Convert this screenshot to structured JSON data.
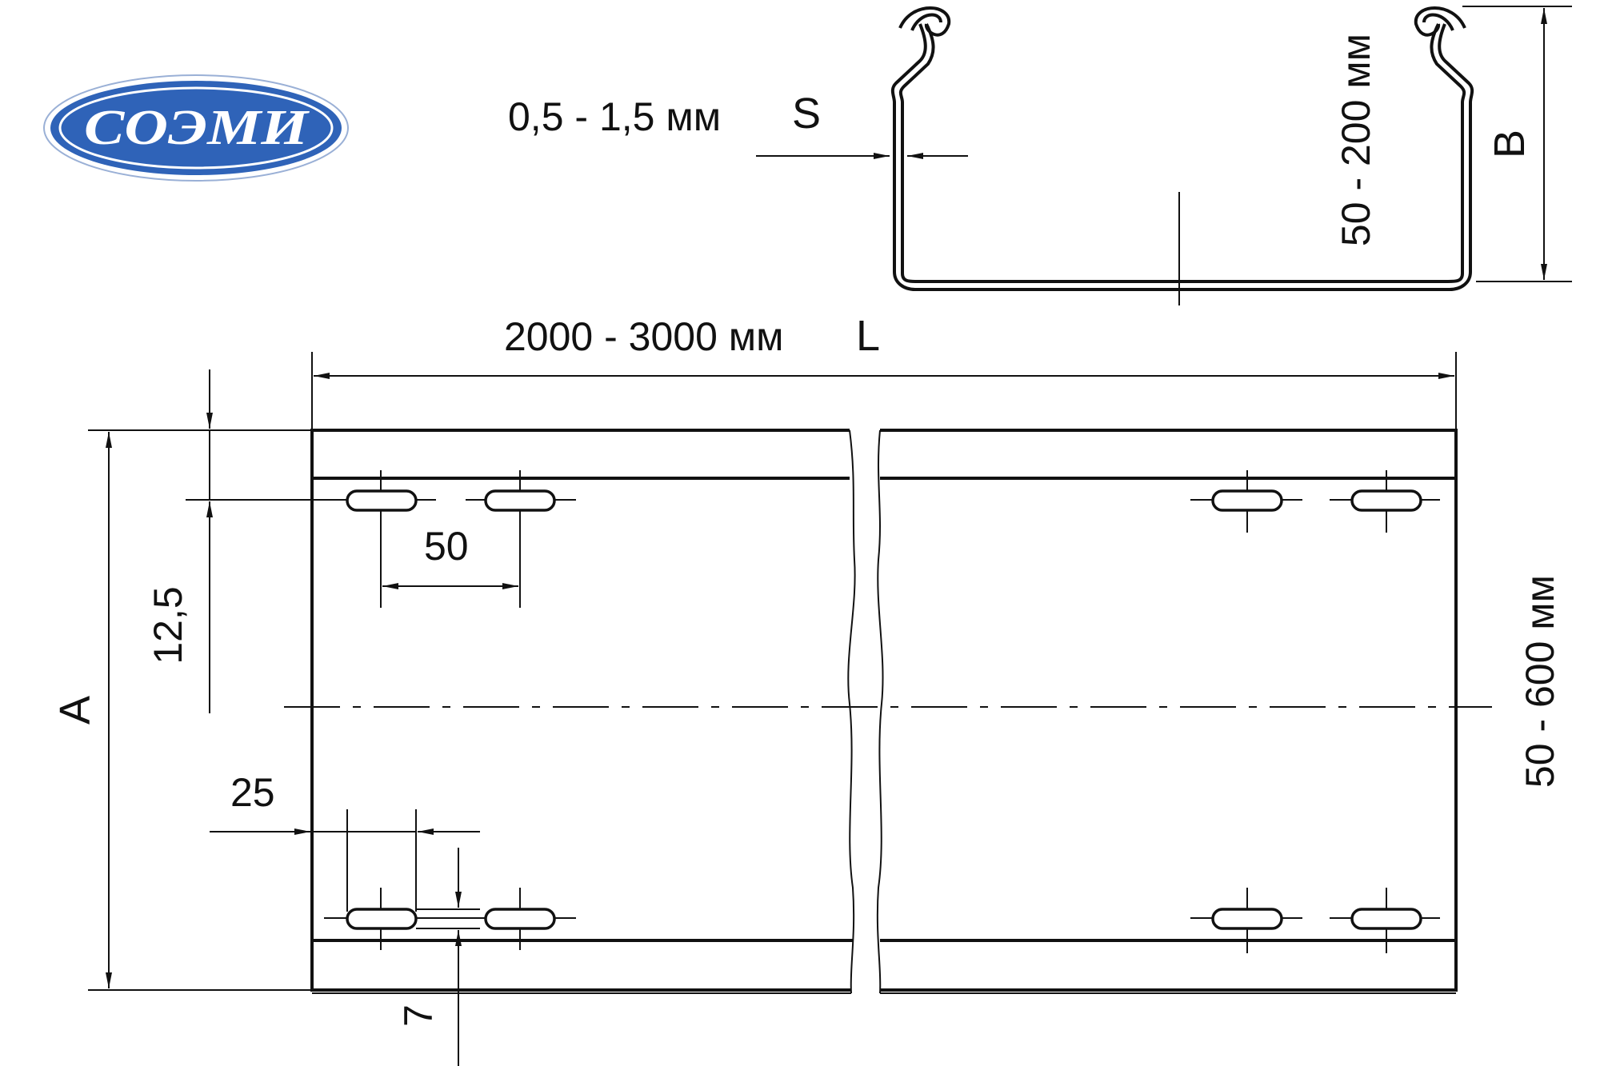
{
  "logo": {
    "text": "СОЭМИ",
    "fill_color": "#2f63b8",
    "rim_color": "#ffffff",
    "text_color": "#ffffff"
  },
  "profile": {
    "thickness_range": "0,5 - 1,5 мм",
    "thickness_symbol": "S",
    "height_range": "50 - 200 мм",
    "height_symbol": "B"
  },
  "plan": {
    "length_range": "2000 - 3000 мм",
    "length_symbol": "L",
    "width_range": "50 - 600 мм",
    "width_symbol": "A",
    "slot_pitch": "50",
    "edge_offset": "12,5",
    "end_offset": "25",
    "slot_width": "7"
  },
  "colors": {
    "line": "#111111",
    "background": "#ffffff"
  }
}
